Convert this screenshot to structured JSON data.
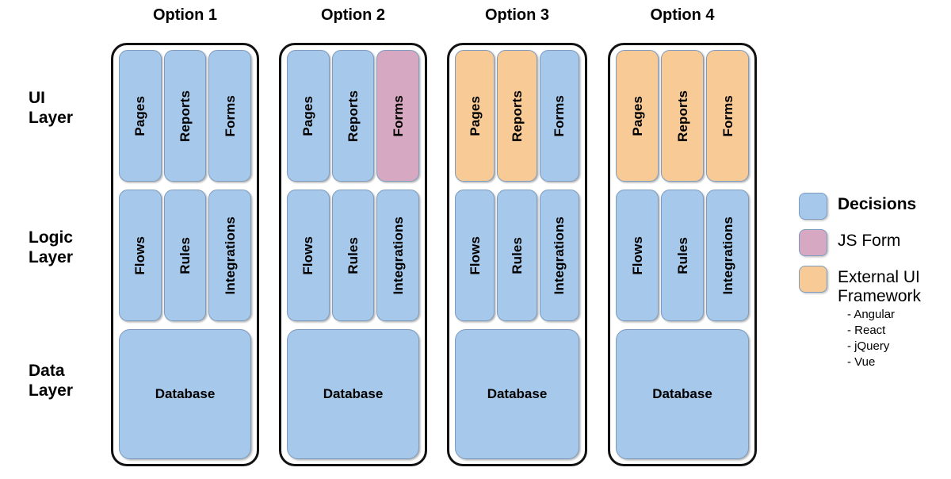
{
  "colors": {
    "decisions": "#a6c8ea",
    "js_form": "#d6a8c2",
    "external_ui": "#f8ca96",
    "box_border": "#7d9cbf",
    "container_border": "#111111",
    "background": "#ffffff",
    "text": "#000000"
  },
  "row_labels": {
    "ui": "UI\nLayer",
    "ui_line1": "UI",
    "ui_line2": "Layer",
    "logic_line1": "Logic",
    "logic_line2": "Layer",
    "data_line1": "Data",
    "data_line2": "Layer"
  },
  "options": [
    {
      "header": "Option 1",
      "ui_layer": [
        {
          "label": "Pages",
          "color_key": "decisions"
        },
        {
          "label": "Reports",
          "color_key": "decisions"
        },
        {
          "label": "Forms",
          "color_key": "decisions"
        }
      ],
      "logic_layer": [
        {
          "label": "Flows",
          "color_key": "decisions"
        },
        {
          "label": "Rules",
          "color_key": "decisions"
        },
        {
          "label": "Integrations",
          "color_key": "decisions"
        }
      ],
      "data_layer": [
        {
          "label": "Database",
          "color_key": "decisions"
        }
      ]
    },
    {
      "header": "Option 2",
      "ui_layer": [
        {
          "label": "Pages",
          "color_key": "decisions"
        },
        {
          "label": "Reports",
          "color_key": "decisions"
        },
        {
          "label": "Forms",
          "color_key": "js_form"
        }
      ],
      "logic_layer": [
        {
          "label": "Flows",
          "color_key": "decisions"
        },
        {
          "label": "Rules",
          "color_key": "decisions"
        },
        {
          "label": "Integrations",
          "color_key": "decisions"
        }
      ],
      "data_layer": [
        {
          "label": "Database",
          "color_key": "decisions"
        }
      ]
    },
    {
      "header": "Option 3",
      "ui_layer": [
        {
          "label": "Pages",
          "color_key": "external_ui"
        },
        {
          "label": "Reports",
          "color_key": "external_ui"
        },
        {
          "label": "Forms",
          "color_key": "decisions"
        }
      ],
      "logic_layer": [
        {
          "label": "Flows",
          "color_key": "decisions"
        },
        {
          "label": "Rules",
          "color_key": "decisions"
        },
        {
          "label": "Integrations",
          "color_key": "decisions"
        }
      ],
      "data_layer": [
        {
          "label": "Database",
          "color_key": "decisions"
        }
      ]
    },
    {
      "header": "Option 4",
      "ui_layer": [
        {
          "label": "Pages",
          "color_key": "external_ui"
        },
        {
          "label": "Reports",
          "color_key": "external_ui"
        },
        {
          "label": "Forms",
          "color_key": "external_ui"
        }
      ],
      "logic_layer": [
        {
          "label": "Flows",
          "color_key": "decisions"
        },
        {
          "label": "Rules",
          "color_key": "decisions"
        },
        {
          "label": "Integrations",
          "color_key": "decisions"
        }
      ],
      "data_layer": [
        {
          "label": "Database",
          "color_key": "decisions"
        }
      ]
    }
  ],
  "legend": {
    "entries": [
      {
        "label": "Decisions",
        "color_key": "decisions",
        "bold": true
      },
      {
        "label": "JS Form",
        "color_key": "js_form",
        "bold": false
      },
      {
        "label": "External UI Framework",
        "color_key": "external_ui",
        "bold": false
      }
    ],
    "framework_list": [
      "- Angular",
      "- React",
      "- jQuery",
      "- Vue"
    ]
  },
  "layout": {
    "option_x": [
      140,
      352,
      564,
      767
    ],
    "option_w": [
      187,
      187,
      177,
      188
    ]
  }
}
